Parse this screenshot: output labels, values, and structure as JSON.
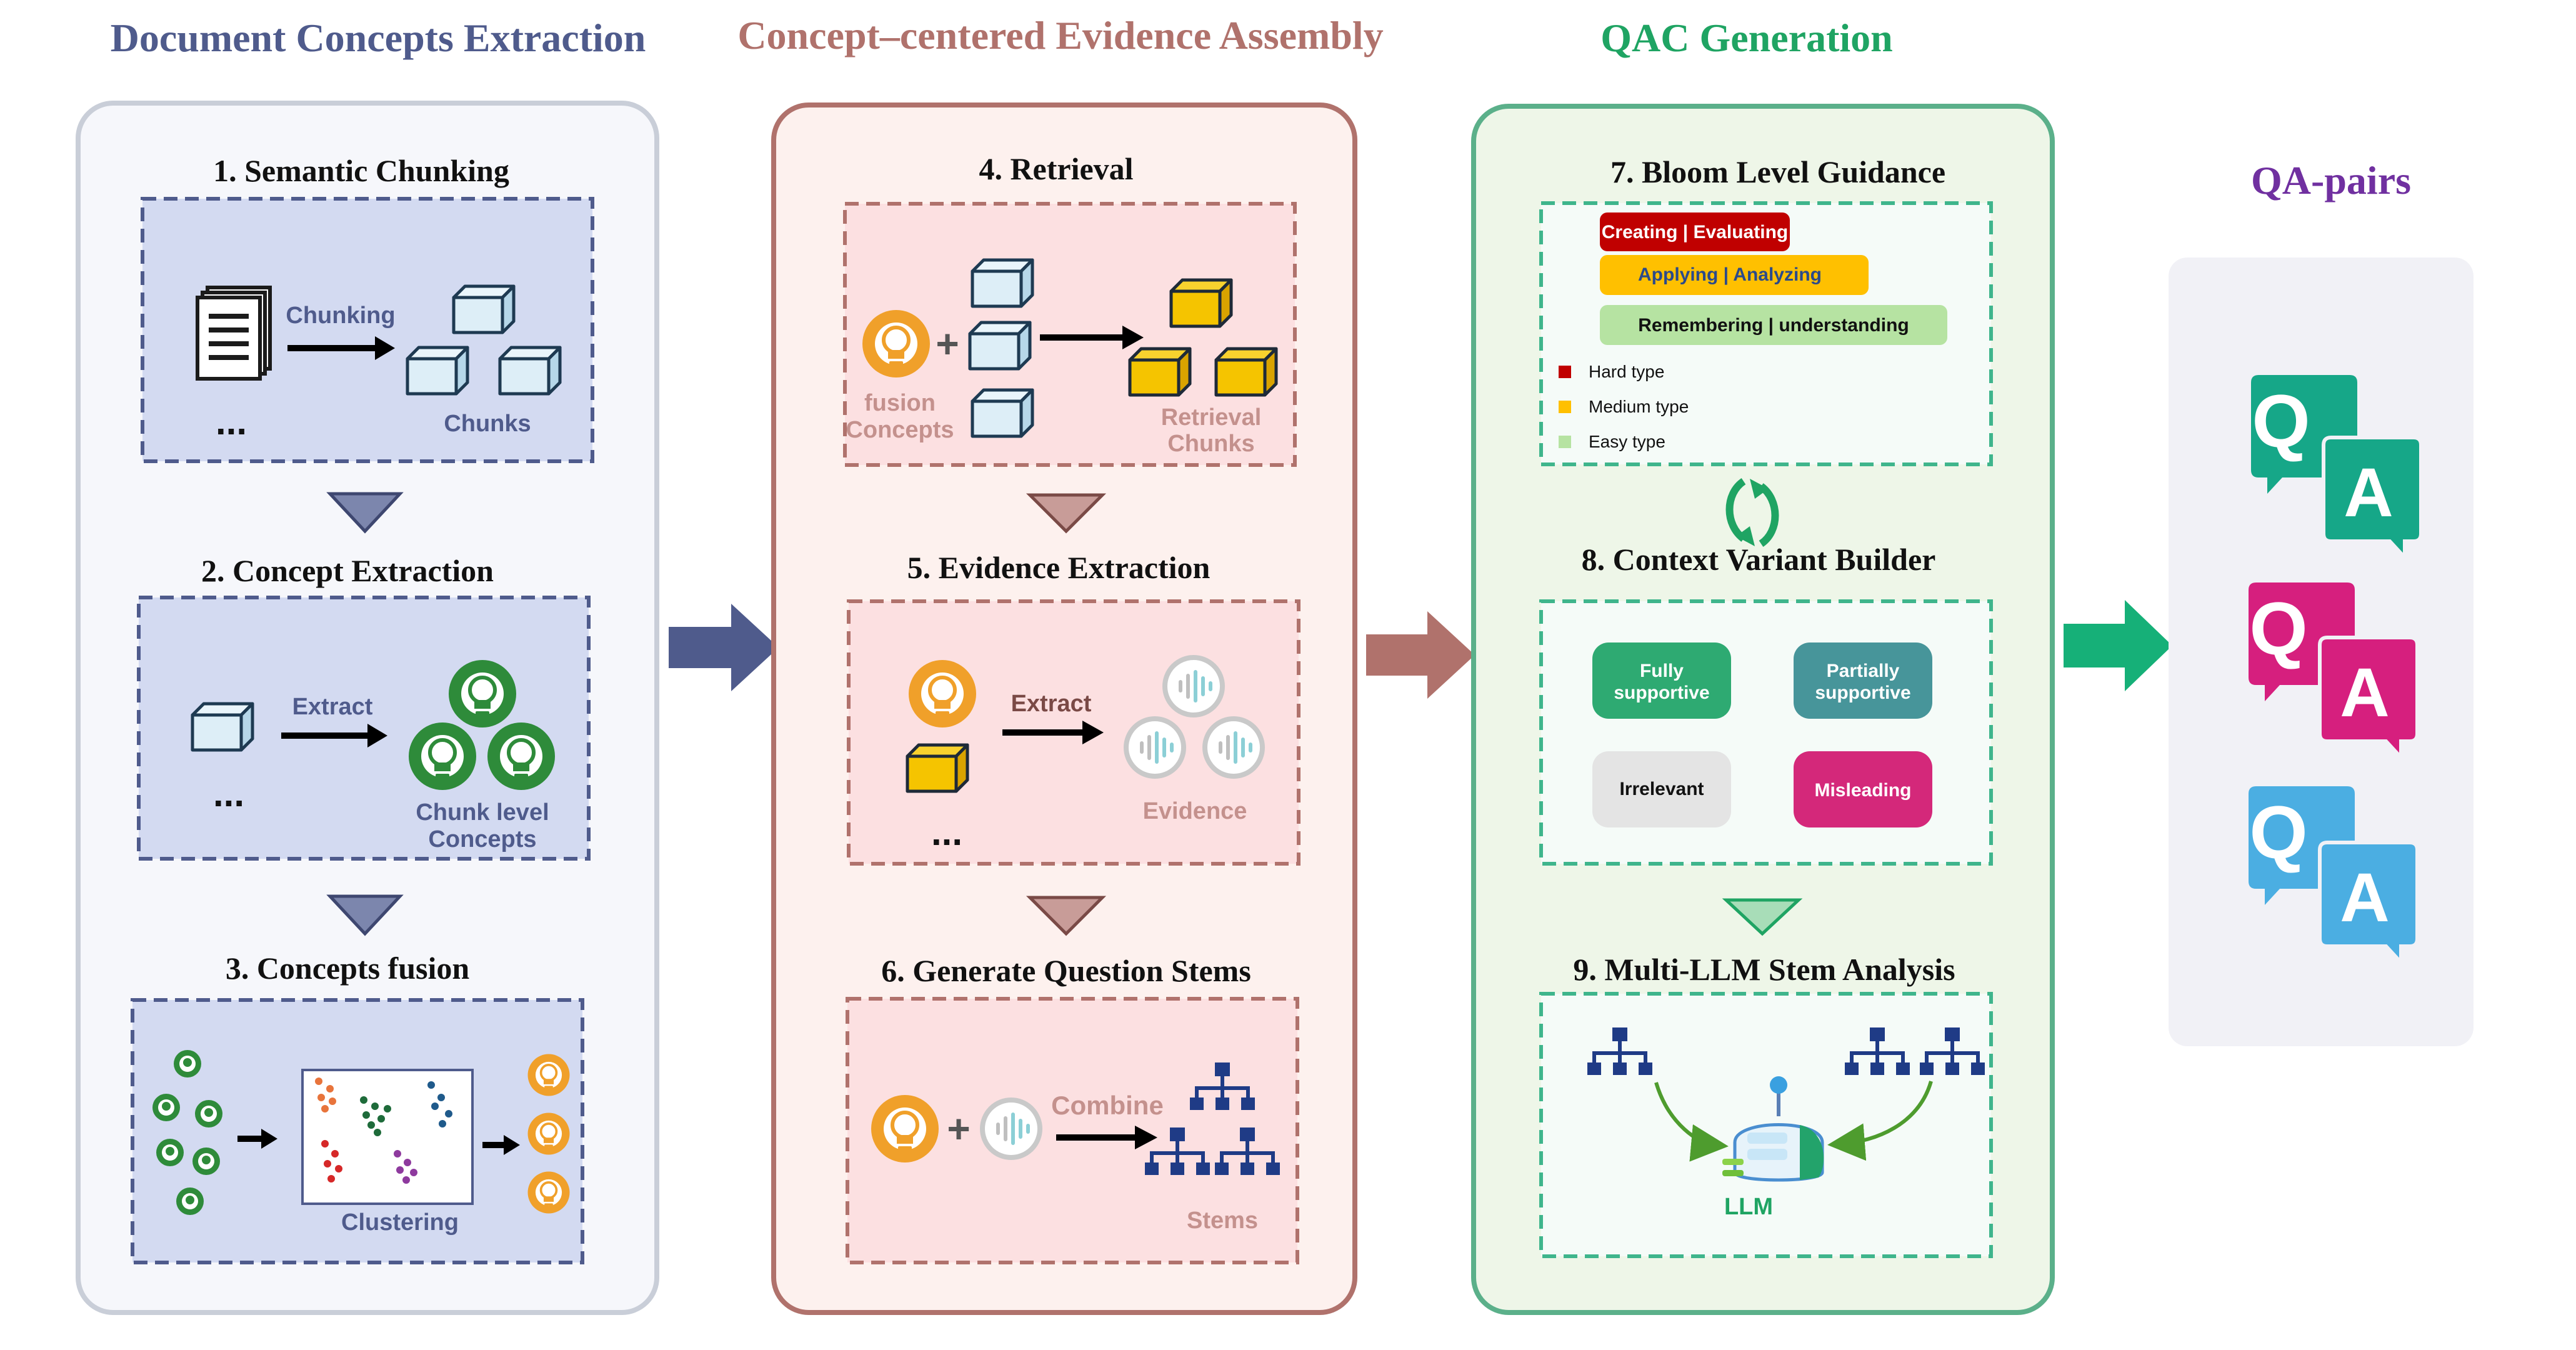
{
  "columns": {
    "extraction": "Document Concepts Extraction",
    "assembly": "Concept–centered Evidence Assembly",
    "generation": "QAC Generation",
    "qa": "QA-pairs"
  },
  "steps": {
    "s1": {
      "title": "1. Semantic Chunking",
      "chunking": "Chunking",
      "chunks": "Chunks",
      "dots": "..."
    },
    "s2": {
      "title": "2. Concept Extraction",
      "extract": "Extract",
      "dots": "...",
      "label_line1": "Chunk level",
      "label_line2": "Concepts"
    },
    "s3": {
      "title": "3. Concepts fusion",
      "clustering": "Clustering"
    },
    "s4": {
      "title": "4. Retrieval",
      "fusion_line1": "fusion",
      "fusion_line2": "Concepts",
      "retrieval_line1": "Retrieval",
      "retrieval_line2": "Chunks"
    },
    "s5": {
      "title": "5. Evidence Extraction",
      "extract": "Extract",
      "evidence": "Evidence",
      "dots": "..."
    },
    "s6": {
      "title": "6. Generate Question Stems",
      "combine": "Combine",
      "stems": "Stems"
    },
    "s7": {
      "title": "7. Bloom Level Guidance",
      "bars": [
        "Creating | Evaluating",
        "Applying | Analyzing",
        "Remembering | understanding"
      ],
      "legend": [
        "Hard type",
        "Medium type",
        "Easy type"
      ]
    },
    "s8": {
      "title": "8. Context Variant Builder",
      "fully": [
        "Fully",
        "supportive"
      ],
      "partially": [
        "Partially",
        "supportive"
      ],
      "irrelevant": "Irrelevant",
      "misleading": "Misleading"
    },
    "s9": {
      "title": "9. Multi-LLM Stem Analysis",
      "llm": "LLM"
    }
  },
  "qa": {
    "q": "Q",
    "a": "A"
  },
  "colors": {
    "blue_dark": "#4F5B8C",
    "blue_panel": "#D3DAF1",
    "rose": "#B0726C",
    "rose_panel": "#FCE0E1",
    "green": "#1FA463",
    "green_panel": "#EEF6E8",
    "purple": "#7030A0",
    "bulb_orange": "#F0A02A",
    "bulb_green": "#2E8B3A",
    "cube_yellow": "#F5C400",
    "cube_blue": "#DDEEF7",
    "hard": "#C00000",
    "medium": "#FFC000",
    "easy": "#B6E3A2",
    "fully": "#2EAA72",
    "partially": "#47959A",
    "irrelevant": "#E4E4E4",
    "misleading": "#D4287A",
    "qa_green": "#16A788",
    "qa_magenta": "#D61F7E",
    "qa_blue": "#4BAEE2"
  }
}
